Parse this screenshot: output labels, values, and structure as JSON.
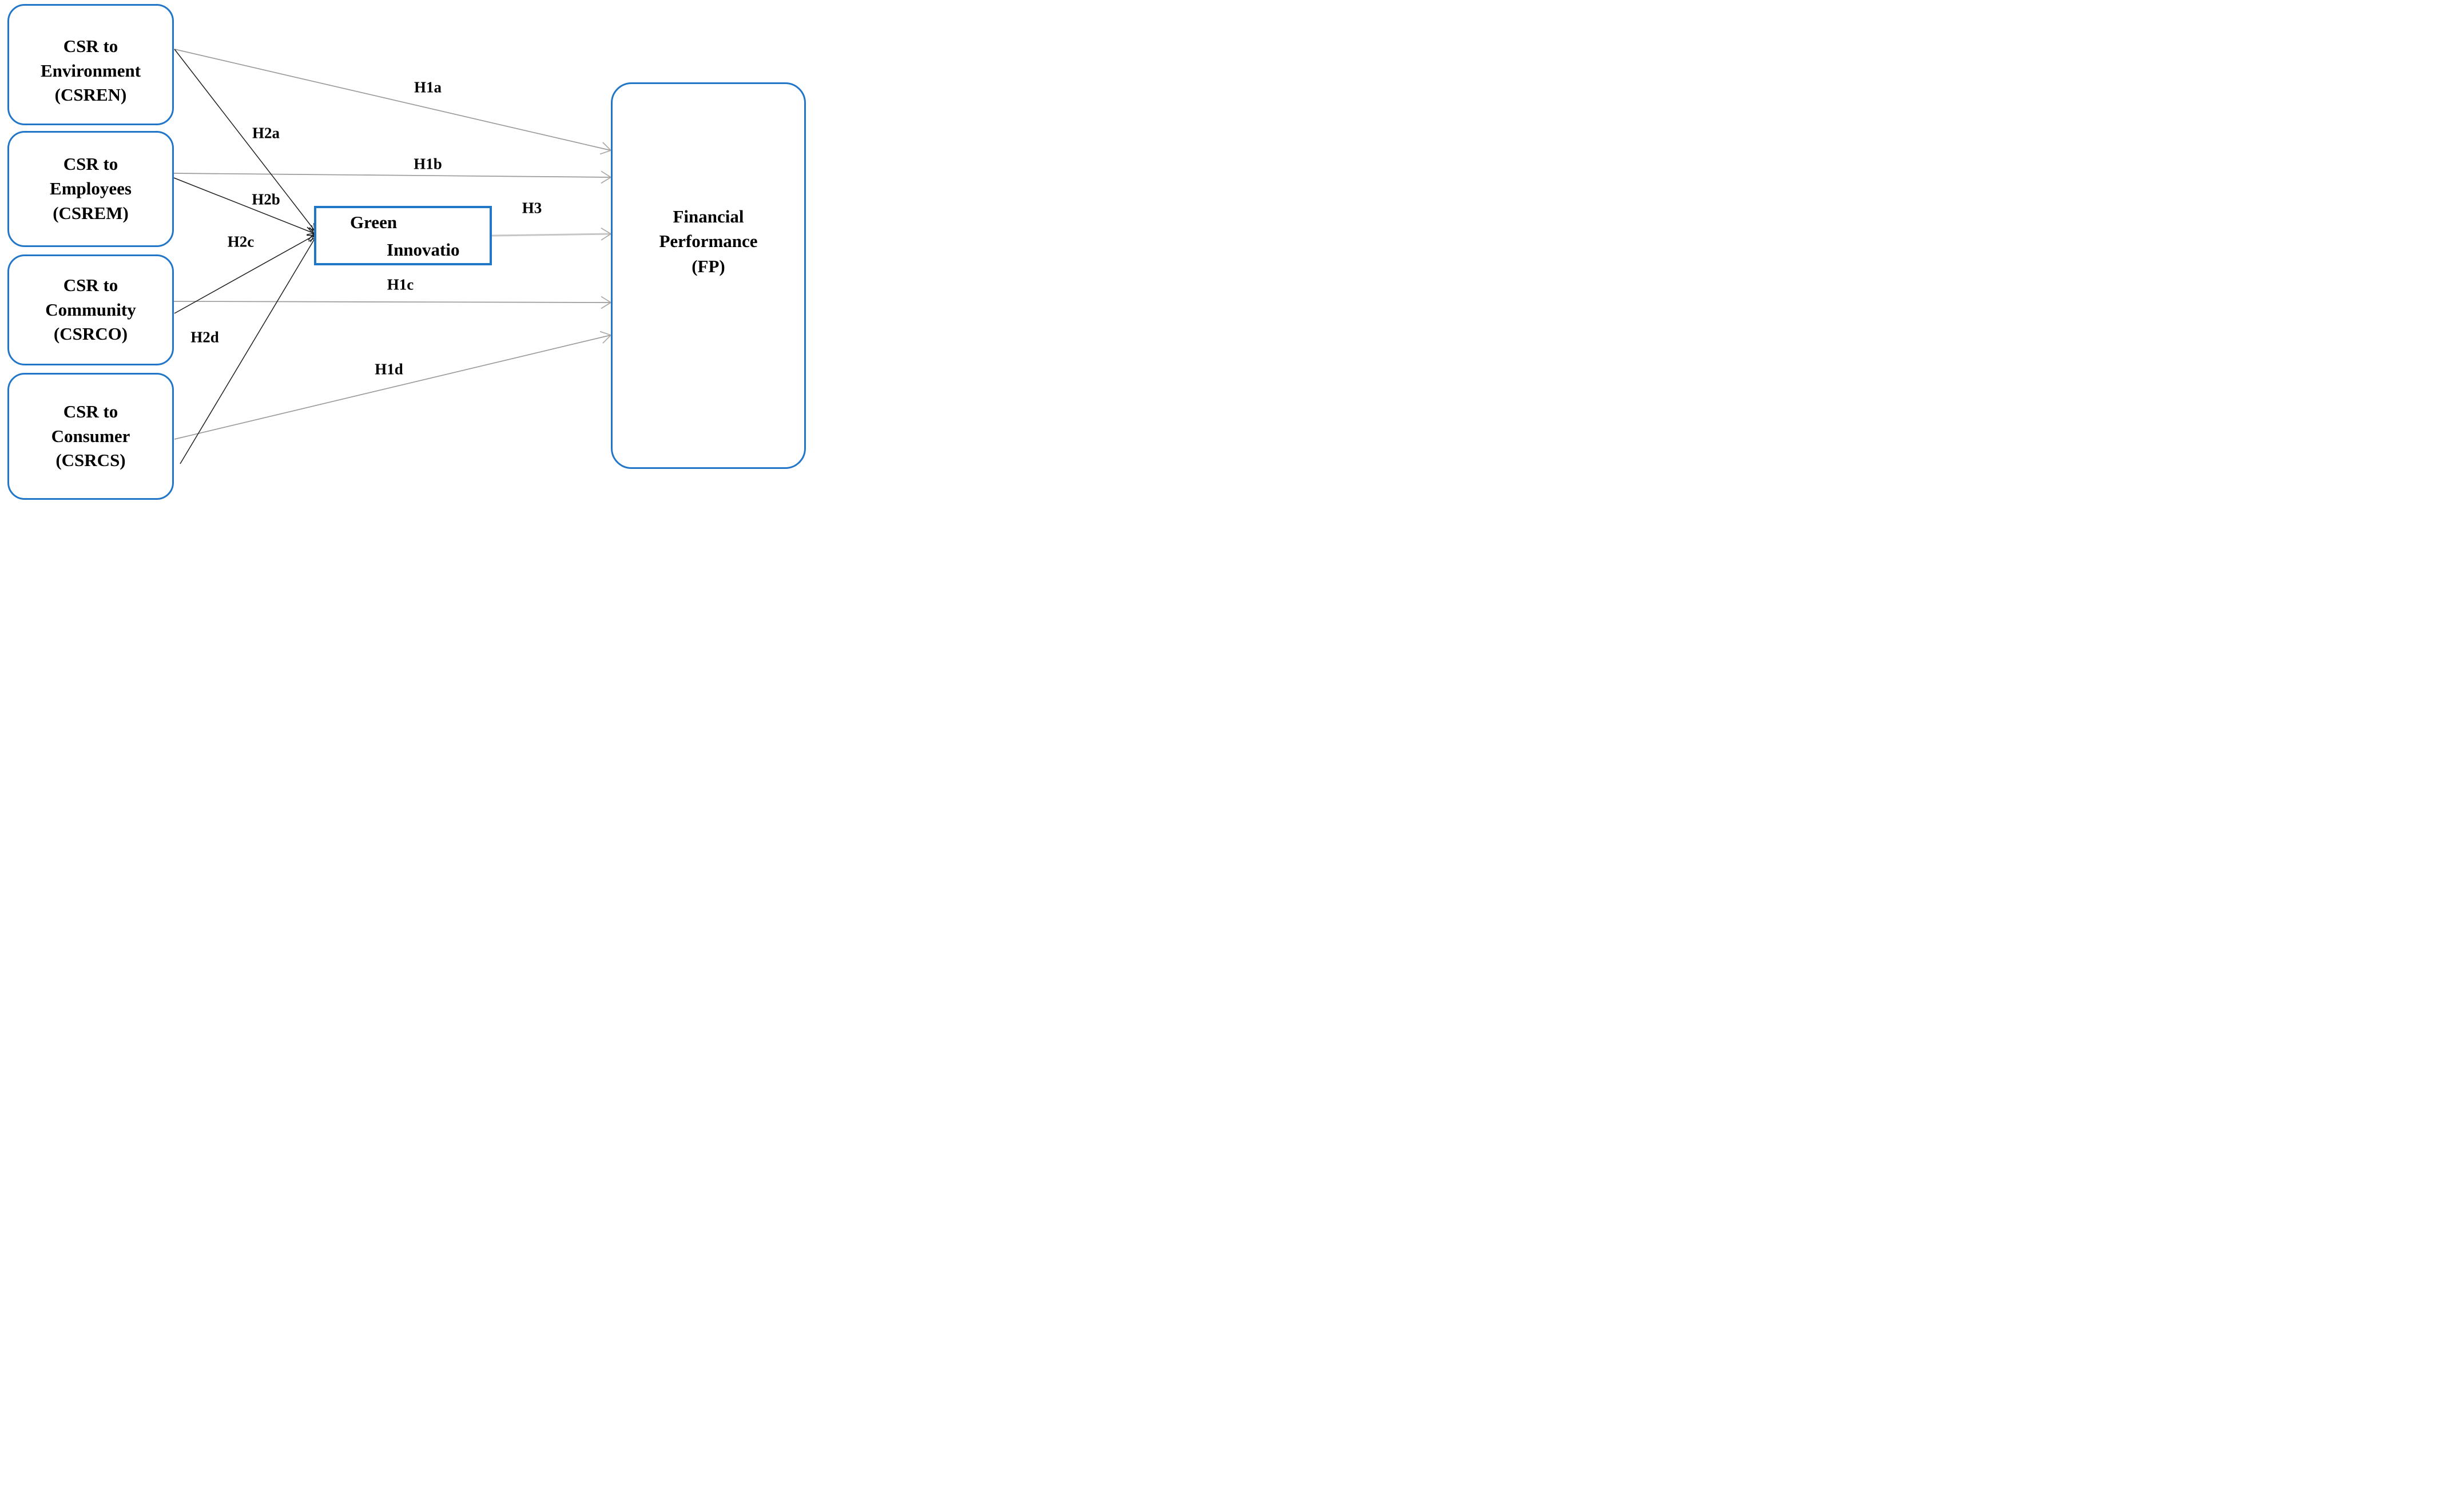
{
  "diagram": {
    "title": "CSR - Green Innovation - Financial Performance research model",
    "nodes": {
      "csren": {
        "lines": [
          "CSR to",
          "Environment",
          "(CSREN)"
        ]
      },
      "csrem": {
        "lines": [
          "CSR to",
          "Employees",
          "(CSREM)"
        ]
      },
      "csrco": {
        "lines": [
          "CSR to",
          "Community",
          "(CSRCO)"
        ]
      },
      "csrcs": {
        "lines": [
          "CSR to",
          "Consumer",
          "(CSRCS)"
        ]
      },
      "gi": {
        "lines": [
          "Green",
          "Innovatio"
        ]
      },
      "fp": {
        "lines": [
          "Financial",
          "Performance",
          "(FP)"
        ]
      }
    },
    "edges": [
      {
        "id": "h1a",
        "label": "H1a",
        "from": "csren",
        "to": "fp",
        "style": "direct"
      },
      {
        "id": "h1b",
        "label": "H1b",
        "from": "csrem",
        "to": "fp",
        "style": "direct"
      },
      {
        "id": "h1c",
        "label": "H1c",
        "from": "csrco",
        "to": "fp",
        "style": "direct"
      },
      {
        "id": "h1d",
        "label": "H1d",
        "from": "csrcs",
        "to": "fp",
        "style": "direct"
      },
      {
        "id": "h2a",
        "label": "H2a",
        "from": "csren",
        "to": "gi",
        "style": "mediated"
      },
      {
        "id": "h2b",
        "label": "H2b",
        "from": "csrem",
        "to": "gi",
        "style": "mediated"
      },
      {
        "id": "h2c",
        "label": "H2c",
        "from": "csrco",
        "to": "gi",
        "style": "mediated"
      },
      {
        "id": "h2d",
        "label": "H2d",
        "from": "csrcs",
        "to": "gi",
        "style": "mediated"
      },
      {
        "id": "h3",
        "label": "H3",
        "from": "gi",
        "to": "fp",
        "style": "mediation-path"
      }
    ],
    "colors": {
      "node_border": "#2176c8",
      "direct_edge": "#9c9c9c",
      "mediated_edge": "#1f1f1f",
      "mediation_edge": "#c6c6c6",
      "arrowhead_gray": "#a9a9a9",
      "text": "#000000"
    }
  }
}
